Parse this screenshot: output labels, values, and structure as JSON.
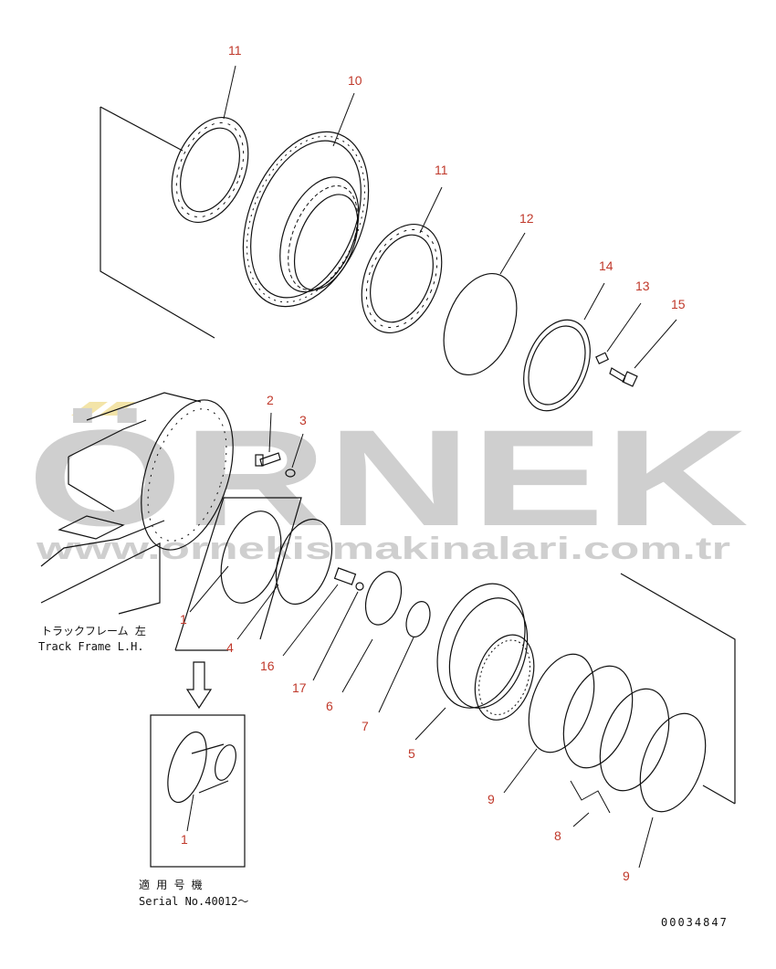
{
  "watermark": {
    "brand": "ÖRNEK",
    "url": "www.ornekismakinalari.com.tr"
  },
  "callouts": {
    "c11a": "11",
    "c10": "10",
    "c11b": "11",
    "c12": "12",
    "c14": "14",
    "c13": "13",
    "c15": "15",
    "c2": "2",
    "c3": "3",
    "c1a": "1",
    "c4": "4",
    "c16": "16",
    "c17": "17",
    "c6": "6",
    "c7": "7",
    "c5": "5",
    "c9a": "9",
    "c8": "8",
    "c9b": "9",
    "c1b": "1"
  },
  "labels": {
    "frame_jp": "トラックフレーム 左",
    "frame_en": "Track Frame L.H.",
    "serial_jp": "適 用 号 機",
    "serial_en": "Serial No.40012～",
    "drawing_no": "00034847"
  }
}
